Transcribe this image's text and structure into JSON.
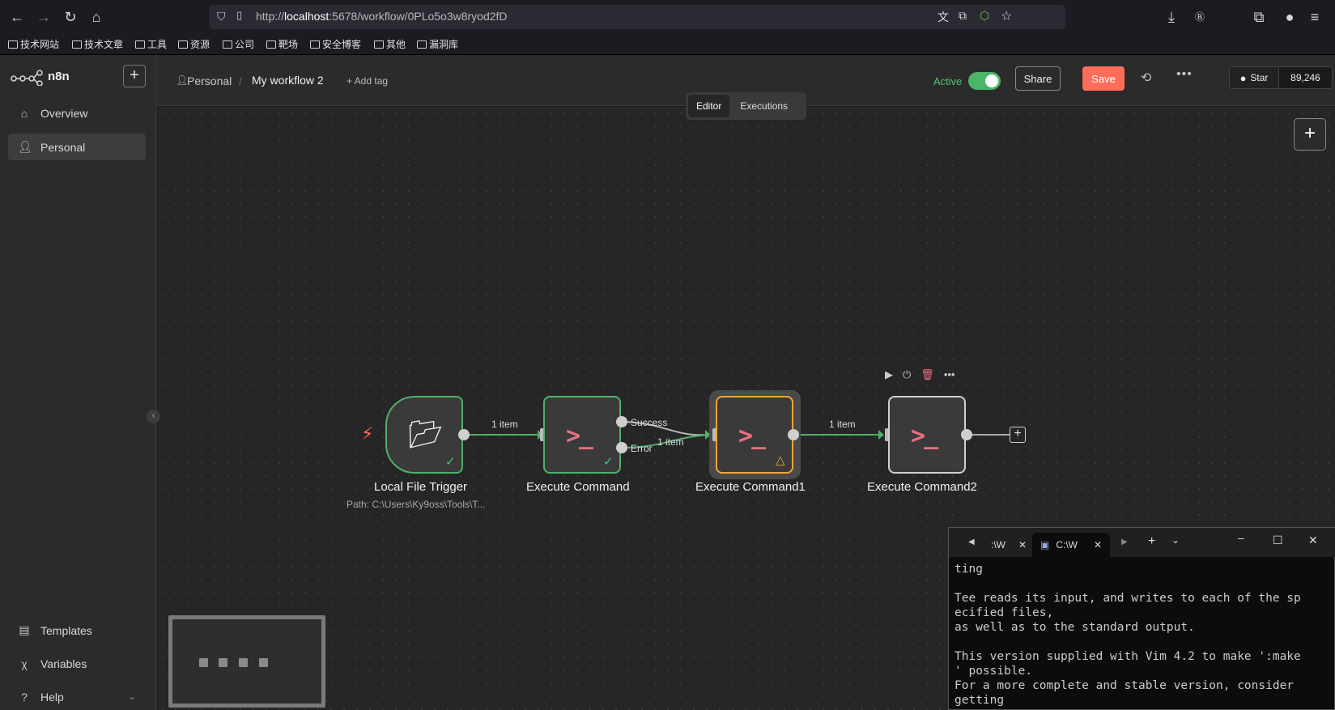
{
  "browser": {
    "url_prefix": "http://",
    "url_host": "localhost",
    "url_rest": ":5678/workflow/0PLo5o3w8ryod2fD",
    "bookmarks": [
      "技术网站",
      "技术文章",
      "工具",
      "资源",
      "公司",
      "靶场",
      "安全博客",
      "其他",
      "漏洞库"
    ]
  },
  "sidebar": {
    "app_name": "n8n",
    "add_label": "+",
    "items": [
      {
        "label": "Overview",
        "icon": "home-icon"
      },
      {
        "label": "Personal",
        "icon": "user-icon"
      }
    ],
    "bottom_items": [
      {
        "label": "Templates",
        "icon": "templates-icon"
      },
      {
        "label": "Variables",
        "icon": "variables-icon"
      },
      {
        "label": "Help",
        "icon": "help-icon"
      }
    ]
  },
  "header": {
    "project": "Personal",
    "separator": "/",
    "workflow_name": "My workflow 2",
    "add_tag": "+ Add tag",
    "active_label": "Active",
    "share_label": "Share",
    "save_label": "Save",
    "github_star_label": "Star",
    "github_star_count": "89,246"
  },
  "mode_tabs": [
    {
      "label": "Editor",
      "active": true
    },
    {
      "label": "Executions",
      "active": false
    }
  ],
  "nodes": [
    {
      "label": "Local File Trigger",
      "subtitle": "Path: C:\\Users\\Ky9oss\\Tools\\T..."
    },
    {
      "label": "Execute Command"
    },
    {
      "label": "Execute Command1"
    },
    {
      "label": "Execute Command2"
    }
  ],
  "edges": {
    "e1": "1 item",
    "success": "Success",
    "error": "Error",
    "e2": "1 item",
    "e3": "1 item"
  },
  "terminal": {
    "tab1": ":\\W",
    "tab2": "C:\\W",
    "lines": "ting\n\nTee reads its input, and writes to each of the sp\necified files,\nas well as to the standard output.\n\nThis version supplied with Vim 4.2 to make ':make\n' possible.\nFor a more complete and stable version, consider\ngetting"
  },
  "colors": {
    "accent": "#ff6d5a",
    "success": "#50b06a",
    "warning": "#f0a43a"
  }
}
